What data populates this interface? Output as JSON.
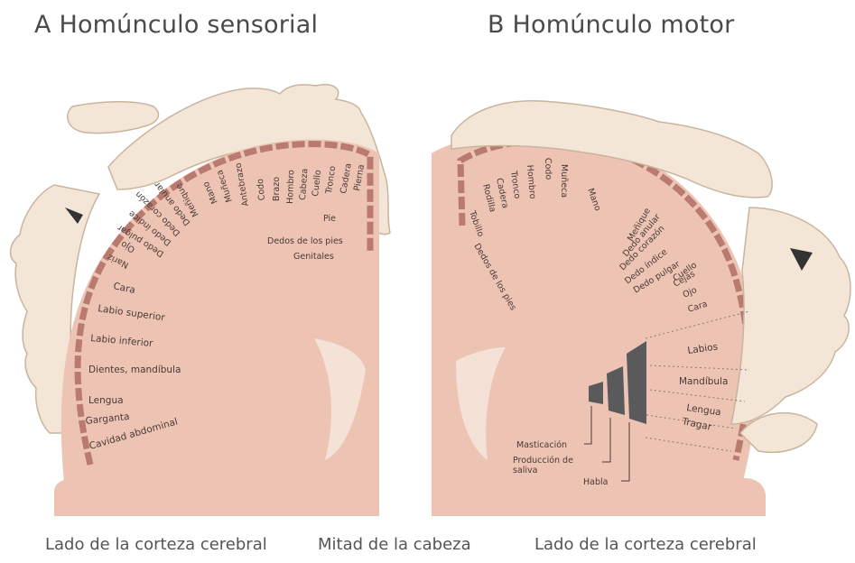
{
  "titles": {
    "sensory": "A Homúnculo sensorial",
    "motor": "B Homúnculo motor"
  },
  "bottom_labels": {
    "left": "Lado de la corteza cerebral",
    "middle": "Mitad de la cabeza",
    "right": "Lado de la corteza cerebral"
  },
  "sensory_labels": [
    "Genitales",
    "Dedos de los pies",
    "Pie",
    "Pierna",
    "Cadera",
    "Tronco",
    "Cuello",
    "Cabeza",
    "Hombro",
    "Brazo",
    "Codo",
    "Antebrazo",
    "Muñeca",
    "Mano",
    "Meñique",
    "Dedo anular",
    "Dedo corazón",
    "Dedo índice",
    "Dedo pulgar",
    "Ojo",
    "Nariz",
    "Cara",
    "Labio superior",
    "Labio inferior",
    "Dientes, mandíbula",
    "Lengua",
    "Garganta",
    "Cavidad abdominal"
  ],
  "motor_labels": [
    "Dedos de los pies",
    "Tobillo",
    "Rodilla",
    "Cadera",
    "Tronco",
    "Hombro",
    "Codo",
    "Muñeca",
    "Mano",
    "Meñique",
    "Dedo anular",
    "Dedo corazón",
    "Dedo índice",
    "Dedo pulgar",
    "Cuello",
    "Cejas",
    "Ojo",
    "Cara",
    "Labios",
    "Mandíbula",
    "Lengua",
    "Tragar"
  ],
  "motor_functions": [
    "Masticación",
    "Producción de saliva",
    "Habla"
  ],
  "colors": {
    "cortex": "#edc3b3",
    "cortex_edge": "#b97a70",
    "skin": "#f4e6d6",
    "skin_edge": "#c9b49e",
    "functions": "#5a5a5c"
  }
}
